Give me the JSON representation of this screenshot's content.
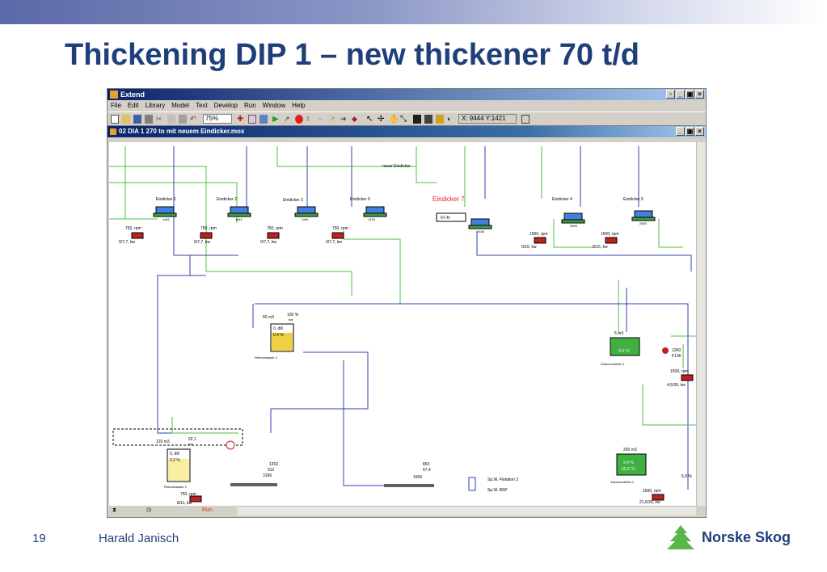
{
  "slide": {
    "title": "Thickening DIP 1 – new thickener 70 t/d",
    "page_number": "19",
    "author": "Harald Janisch",
    "logo_text": "Norske Skog"
  },
  "window": {
    "app_title": "Extend",
    "menu": [
      "File",
      "Edit",
      "Library",
      "Model",
      "Text",
      "Develop",
      "Run",
      "Window",
      "Help"
    ],
    "zoom": "75%",
    "coordinates": "X: 9444 Y:1421",
    "document_title": "02 DIA 1 270 to mit neuem Eindicker.mox",
    "status_run": "Run"
  },
  "diagram": {
    "top_label": "neuer Eindicker",
    "thickeners": [
      {
        "name": "Eindicker 1",
        "rpm": "750, rpm",
        "kw": "0/7,7, kw",
        "val": "1x81"
      },
      {
        "name": "Eindicker 2",
        "rpm": "750, rpm",
        "kw": "0/7,7, kw",
        "val": "1x81"
      },
      {
        "name": "Eindicker 3",
        "rpm": "750, rpm",
        "kw": "0/7,7, kw",
        "val": "1x81"
      },
      {
        "name": "Eindicker 6",
        "rpm": "750, rpm",
        "kw": "0/7,7, kw",
        "val": "1476"
      },
      {
        "name": "Eindicker 7",
        "val": "2536",
        "box": "67,4t"
      },
      {
        "name": "Eindicker 4",
        "rpm": "1500, rpm",
        "kw": "0/15, kw",
        "val": "2893"
      },
      {
        "name": "Eindicker 5",
        "rpm": "1500, rpm",
        "kw": "0/15, kw",
        "val": "2893"
      }
    ],
    "tank2": {
      "volume": "50 m3",
      "pct": "100 %",
      "unit": "bar",
      "line1": "0, dill",
      "line2": "0,4 %",
      "name": "Retourwasser 2"
    },
    "tank1": {
      "volume": "120 m3",
      "level": "62,1",
      "unit": "bar",
      "line1": "0, dill",
      "line2": "0,2 %",
      "name": "Retourwasser 1",
      "rpm": "750, rpm",
      "kw": "8/11, kw"
    },
    "chest2": {
      "volume": "5 m3",
      "line1": "3,5 °C",
      "name": "Zwischenbütte 2",
      "val": "1260",
      "val2": "F136",
      "rpm": "1500, rpm",
      "kw": "4,5/30, kw"
    },
    "chest1": {
      "volume": "250 m3",
      "line1": "2,4 %",
      "line2": "52,6 °C",
      "name": "Zwischenbütte 1",
      "rpm": "1500, rpm",
      "kw": "21,6/30, kw",
      "val": "5,9 %"
    },
    "mixers": [
      {
        "a": "1202",
        "b": "912",
        "c": "3196"
      },
      {
        "a": "863",
        "b": "67,4",
        "c": "1606"
      }
    ],
    "dst": [
      "Sp.W. Flotation 3",
      "Sp.W. BSP"
    ]
  },
  "colors": {
    "title_blue": "#1f3f7a",
    "green_line": "#4cc040",
    "blue_line": "#3040b0",
    "red_text": "#e02020"
  }
}
